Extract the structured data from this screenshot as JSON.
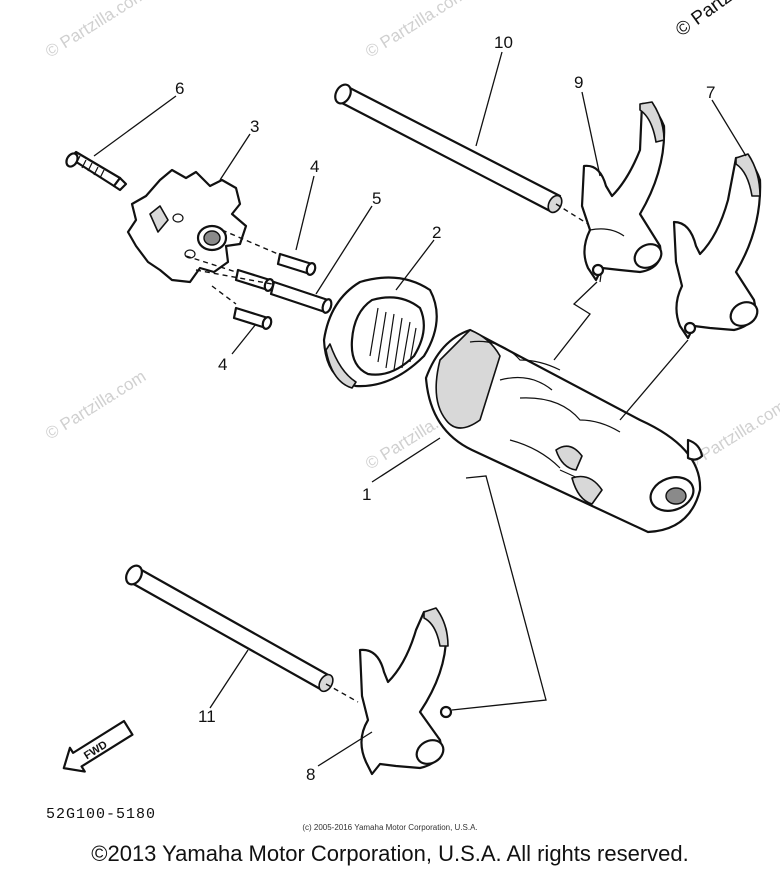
{
  "callouts": {
    "c1": "1",
    "c2": "2",
    "c3": "3",
    "c4a": "4",
    "c4b": "4",
    "c5": "5",
    "c6": "6",
    "c7": "7",
    "c8": "8",
    "c9": "9",
    "c10": "10",
    "c11": "11"
  },
  "fwd_label": "FWD",
  "part_code": "52G100-5180",
  "small_copyright": "(c) 2005-2016 Yamaha Motor Corporation, U.S.A.",
  "main_copyright": "©2013 Yamaha Motor Corporation, U.S.A. All rights reserved.",
  "corner_watermark": "© Partzilla",
  "watermark_text": "© Partzilla.com"
}
